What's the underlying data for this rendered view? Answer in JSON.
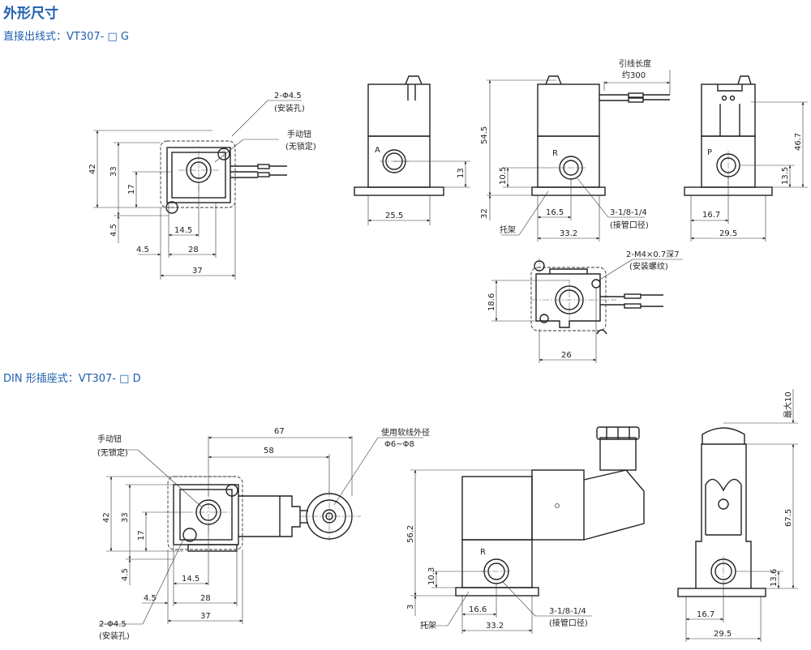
{
  "header": {
    "title": "外形尺寸",
    "section1": "直接出线式：VT307- □ G",
    "section2": "DIN 形插座式：VT307- □ D"
  },
  "section1": {
    "top_view": {
      "hole_label": "2-Φ4.5",
      "hole_note": "(安装孔)",
      "button_label": "手动钮",
      "button_note": "(无锁定)",
      "dims": {
        "h42": "42",
        "h33": "33",
        "h17": "17",
        "h4_5": "4.5",
        "w14_5": "14.5",
        "w4_5": "4.5",
        "w28": "28",
        "w37": "37"
      }
    },
    "front_a": {
      "port": "A",
      "dim13": "13",
      "dim25_5": "25.5"
    },
    "front_r": {
      "lead_label": "引线长度",
      "lead_value": "约300",
      "port": "R",
      "dim54_5": "54.5",
      "dim10_5": "10.5",
      "dim32": "32",
      "dim16_5": "16.5",
      "dim33_2": "33.2",
      "thread": "3-1/8-1/4",
      "thread_note": "(接管口径)",
      "bracket": "托架"
    },
    "side_p": {
      "port": "P",
      "dim46_7": "46.7",
      "dim13_5": "13.5",
      "dim16_7": "16.7",
      "dim29_5": "29.5"
    },
    "bottom_view": {
      "thread_label": "2-M4×0.7深7",
      "thread_note": "(安装螺纹)",
      "dim18_6": "18.6",
      "dim26": "26"
    }
  },
  "section2": {
    "top_view": {
      "button_label": "手动钮",
      "button_note": "(无锁定)",
      "cable_label": "使用软线外径",
      "cable_value": "Φ6~Φ8",
      "hole_label": "2-Φ4.5",
      "hole_note": "(安装孔)",
      "dims": {
        "w67": "67",
        "w58": "58",
        "h42": "42",
        "h33": "33",
        "h17": "17",
        "h4_5": "4.5",
        "w14_5": "14.5",
        "w4_5": "4.5",
        "w28": "28",
        "w37": "37"
      }
    },
    "front_r": {
      "port": "R",
      "dim56_2": "56.2",
      "dim10_3": "10.3",
      "dim3": "3",
      "dim16_6": "16.6",
      "dim33_2": "33.2",
      "thread": "3-1/8-1/4",
      "thread_note": "(接管口径)",
      "bracket": "托架"
    },
    "side": {
      "dim_max10": "最大10",
      "dim67_5": "67.5",
      "dim13_6": "13.6",
      "dim16_7": "16.7",
      "dim29_5": "29.5"
    }
  }
}
